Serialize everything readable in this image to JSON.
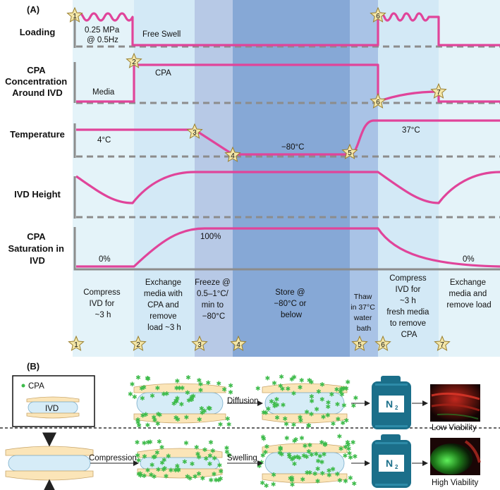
{
  "panel_a": {
    "label": "(A)",
    "rows": [
      {
        "label": [
          "Loading"
        ]
      },
      {
        "label": [
          "CPA",
          "Concentration",
          "Around IVD"
        ]
      },
      {
        "label": [
          "Temperature"
        ]
      },
      {
        "label": [
          "IVD Height"
        ]
      },
      {
        "label": [
          "CPA",
          "Saturation in",
          "IVD"
        ]
      }
    ],
    "annotations": {
      "loading_value": [
        "0.25 MPa",
        "@ 0.5Hz"
      ],
      "free_swell": "Free Swell",
      "media": "Media",
      "cpa": "CPA",
      "temp_4": "4°C",
      "temp_minus80": "−80°C",
      "temp_37": "37°C",
      "sat_0_left": "0%",
      "sat_100": "100%",
      "sat_0_right": "0%"
    },
    "steps": [
      [
        "Compress",
        "IVD for",
        "~3 h"
      ],
      [
        "Exchange",
        "media with",
        "CPA and",
        "remove",
        "load ~3 h"
      ],
      [
        "Freeze @",
        "0.5–1°C/",
        "min to",
        "−80°C"
      ],
      [
        "Store @",
        "−80°C or",
        "below"
      ],
      [
        "Thaw",
        "in 37°C",
        "water",
        "bath"
      ],
      [
        "Compress",
        "IVD for",
        "~3 h",
        "fresh media",
        "to remove",
        "CPA"
      ],
      [
        "Exchange",
        "media and",
        "remove load"
      ]
    ],
    "star_numbers": [
      "1",
      "2",
      "3",
      "4",
      "5",
      "6",
      "7"
    ],
    "colors": {
      "curve": "#e0449a",
      "baseline": "#808080",
      "band_light": "#e4f3f9",
      "band_mid": "#d3e9f6",
      "band_freeze": "#b7c9e6",
      "band_store": "#86a8d6",
      "band_thaw": "#a9c3e6",
      "star": "#f3e6a8"
    }
  },
  "panel_b": {
    "label": "(B)",
    "legend_cpa": "CPA",
    "legend_ivd": "IVD",
    "diffusion": "Diffusion",
    "compression": "Compression",
    "swelling": "Swelling",
    "n2": "N",
    "n2_sub": "2",
    "low_viability": "Low Viability",
    "high_viability": "High Viability",
    "colors": {
      "disc": "#d6ecf7",
      "endplate": "#fbe5b8",
      "dot": "#3dbb4a",
      "tank": "#1b6f8a"
    }
  }
}
